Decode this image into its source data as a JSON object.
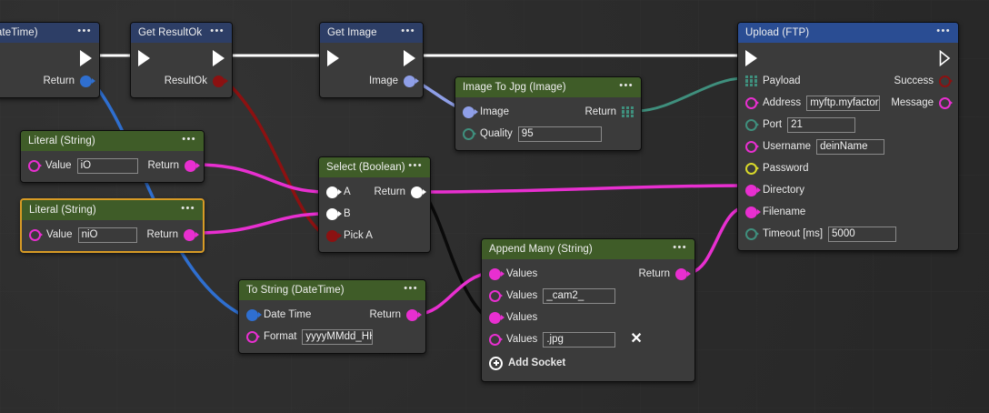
{
  "theme": {
    "bg": "#2b2b2b",
    "node_bg": "#3b3b3b",
    "header_blue": "#2d3e66",
    "header_blue_bright": "#2a4d93",
    "header_green": "#3f5c28",
    "selected_border": "#d89b25",
    "wire_white": "#ffffff",
    "wire_blue": "#2f6fd0",
    "wire_lightblue": "#8f9fe8",
    "wire_red": "#8c1111",
    "wire_magenta": "#e82fd0",
    "wire_teal": "#3f8f7d",
    "wire_black": "#0a0a0a"
  },
  "nodes": [
    {
      "id": "now-datetime",
      "title": "Now (DateTime)",
      "header": "blue",
      "menu": "•••",
      "ports": [
        {
          "label": "Return",
          "color": "#2f6fd0",
          "style": "solid"
        }
      ]
    },
    {
      "id": "get-resultok",
      "title": "Get ResultOk",
      "header": "blue",
      "menu": "•••",
      "ports": [
        {
          "label": "ResultOk",
          "color": "#8c1111",
          "style": "solid"
        }
      ]
    },
    {
      "id": "get-image",
      "title": "Get Image",
      "header": "blue",
      "menu": "•••",
      "ports": [
        {
          "label": "Image",
          "color": "#8f9fe8",
          "style": "solid"
        }
      ]
    },
    {
      "id": "image-to-jpg",
      "title": "Image To Jpg (Image)",
      "header": "green",
      "menu": "•••",
      "in": [
        {
          "label": "Image",
          "color": "#8f9fe8",
          "style": "solid",
          "value": null
        },
        {
          "label": "Quality",
          "color": "#3f8f7d",
          "style": "hollow",
          "value": "95"
        }
      ],
      "out": [
        {
          "label": "Return",
          "style": "grid",
          "color": "#3f8f7d"
        }
      ]
    },
    {
      "id": "upload-ftp",
      "title": "Upload (FTP)",
      "header": "blue_bright",
      "menu": "•••",
      "in": [
        {
          "label": "Payload",
          "style": "grid",
          "color": "#3f8f7d",
          "value": null
        },
        {
          "label": "Address",
          "color": "#e82fd0",
          "style": "hollow",
          "value": "myftp.myfactory.de"
        },
        {
          "label": "Port",
          "color": "#3f8f7d",
          "style": "hollow",
          "value": "21"
        },
        {
          "label": "Username",
          "color": "#e82fd0",
          "style": "hollow",
          "value": "deinName"
        },
        {
          "label": "Password",
          "color": "#d8d82a",
          "style": "hollow",
          "value": null
        },
        {
          "label": "Directory",
          "color": "#e82fd0",
          "style": "solid",
          "value": null
        },
        {
          "label": "Filename",
          "color": "#e82fd0",
          "style": "solid",
          "value": null
        },
        {
          "label": "Timeout [ms]",
          "color": "#3f8f7d",
          "style": "hollow",
          "value": "5000"
        }
      ],
      "out": [
        {
          "label": "Success",
          "color": "#8c1111",
          "style": "hollow"
        },
        {
          "label": "Message",
          "color": "#e82fd0",
          "style": "hollow"
        }
      ]
    },
    {
      "id": "literal-io",
      "title": "Literal (String)",
      "header": "green",
      "menu": "•••",
      "selected": false,
      "value_label": "Value",
      "value": "iO",
      "out_label": "Return"
    },
    {
      "id": "literal-nio",
      "title": "Literal (String)",
      "header": "green",
      "menu": "•••",
      "selected": true,
      "value_label": "Value",
      "value": "niO",
      "out_label": "Return"
    },
    {
      "id": "select-boolean",
      "title": "Select (Boolean)",
      "header": "green",
      "menu": "•••",
      "in": [
        {
          "label": "A",
          "color": "#ffffff",
          "style": "solid"
        },
        {
          "label": "B",
          "color": "#ffffff",
          "style": "solid"
        },
        {
          "label": "Pick A",
          "color": "#8c1111",
          "style": "solid"
        }
      ],
      "out": [
        {
          "label": "Return",
          "color": "#ffffff",
          "style": "solid"
        }
      ]
    },
    {
      "id": "to-string-datetime",
      "title": "To String (DateTime)",
      "header": "green",
      "menu": "•••",
      "in": [
        {
          "label": "Date Time",
          "color": "#2f6fd0",
          "style": "solid",
          "value": null
        },
        {
          "label": "Format",
          "color": "#e82fd0",
          "style": "hollow",
          "value": "yyyyMMdd_HHmmss"
        }
      ],
      "out": [
        {
          "label": "Return",
          "color": "#e82fd0",
          "style": "solid"
        }
      ]
    },
    {
      "id": "append-many",
      "title": "Append Many (String)",
      "header": "green",
      "menu": "•••",
      "in": [
        {
          "label": "Values",
          "color": "#e82fd0",
          "style": "solid",
          "value": null
        },
        {
          "label": "Values",
          "color": "#e82fd0",
          "style": "hollow",
          "value": "_cam2_"
        },
        {
          "label": "Values",
          "color": "#e82fd0",
          "style": "solid",
          "value": null
        },
        {
          "label": "Values",
          "color": "#e82fd0",
          "style": "hollow",
          "value": ".jpg",
          "removable": true
        }
      ],
      "out": [
        {
          "label": "Return",
          "color": "#e82fd0",
          "style": "solid"
        }
      ],
      "add_socket_label": "Add Socket",
      "remove_glyph": "✕"
    }
  ]
}
